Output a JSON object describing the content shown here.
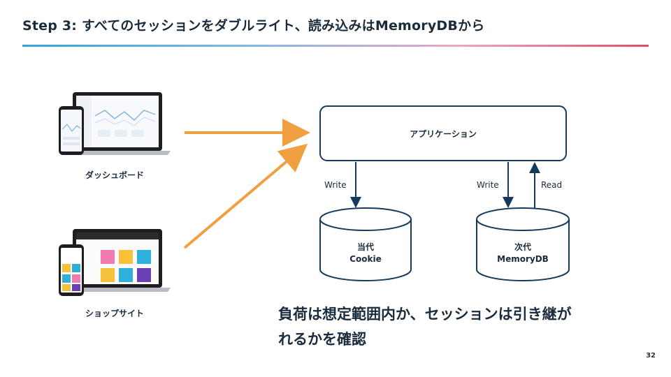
{
  "slide": {
    "title": "Step 3: すべてのセッションをダブルライト、読み込みはMemoryDBから",
    "page_number": "32"
  },
  "devices": {
    "dashboard_label": "ダッシュボード",
    "shop_label": "ショップサイト"
  },
  "diagram": {
    "app_label": "アプリケーション",
    "write_left": "Write",
    "write_right": "Write",
    "read_right": "Read",
    "current_store": [
      "当代",
      "Cookie"
    ],
    "next_store": [
      "次代",
      "MemoryDB"
    ]
  },
  "note": {
    "line1": "負荷は想定範囲内か、セッションは引き継が",
    "line2": "れるかを確認"
  },
  "colors": {
    "accent_orange": "#f0a040",
    "navy": "#163a5c"
  }
}
